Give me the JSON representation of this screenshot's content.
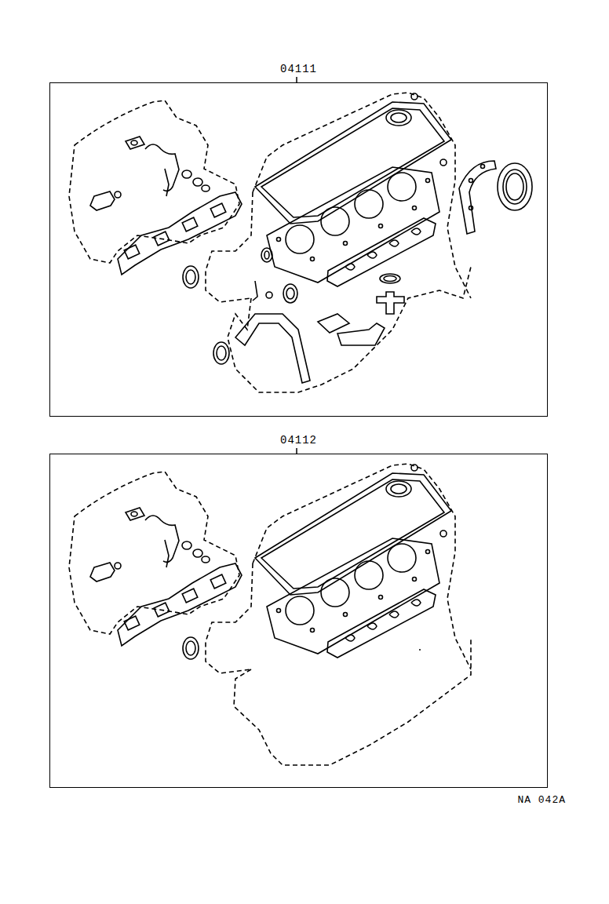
{
  "diagram": {
    "nodes": [
      {
        "text": [
          "04111"
        ]
      },
      {
        "text": [
          "04112"
        ]
      }
    ],
    "labels": [
      "NA 042A"
    ]
  }
}
